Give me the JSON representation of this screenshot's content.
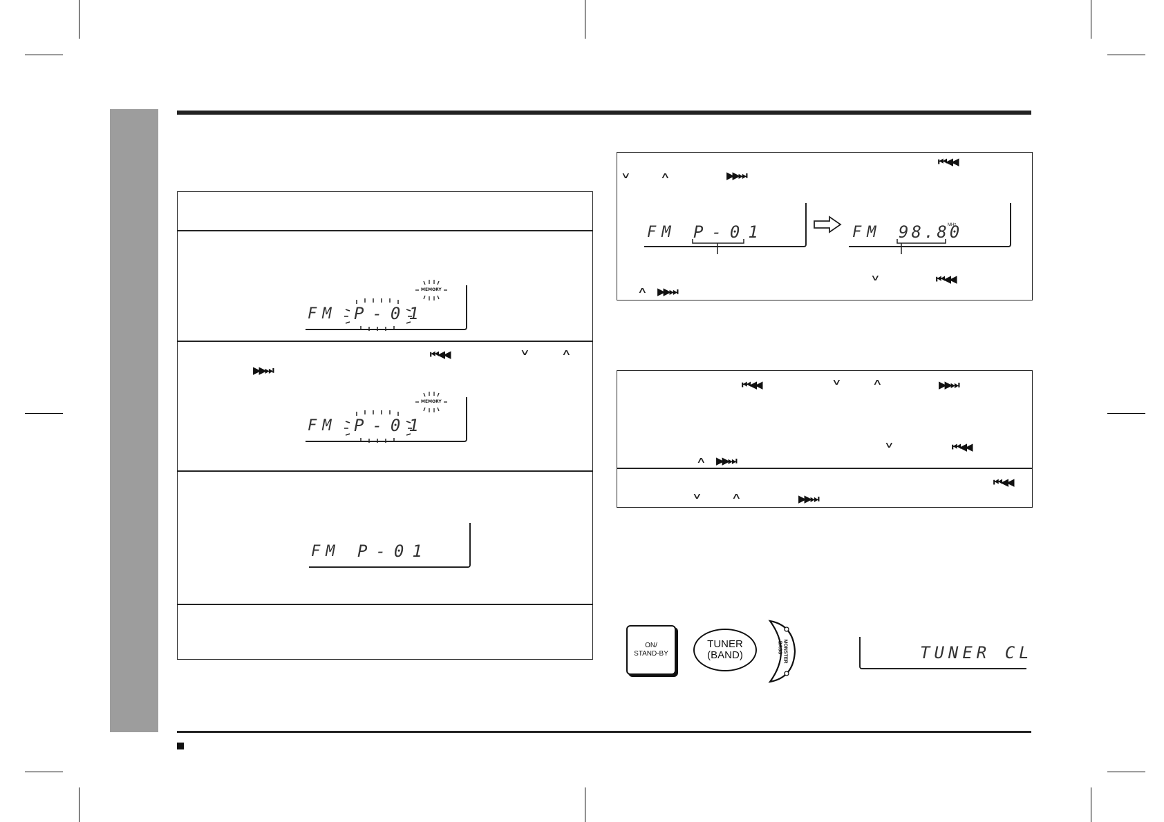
{
  "page": {
    "section_marker": "■"
  },
  "controls": {
    "prev": "⏮◀◀",
    "next": "▶▶⏭",
    "down": "∨",
    "up": "∧"
  },
  "left_table": {
    "step2_display": {
      "band": "FM",
      "preset": "P-01",
      "indicator": "MEMORY"
    },
    "step3_display": {
      "band": "FM",
      "preset": "P-01",
      "indicator": "MEMORY"
    },
    "step4_display": {
      "band": "FM",
      "preset": "P-01"
    }
  },
  "recall_box": {
    "display_before": {
      "band": "FM",
      "preset": "P-01"
    },
    "display_after": {
      "band": "FM",
      "frequency": "98.80",
      "unit": "MHz"
    }
  },
  "bottom_section": {
    "buttons": {
      "on_standby": "ON/\nSTAND-BY",
      "tuner_line1": "TUNER",
      "tuner_line2": "(BAND)",
      "monster_bass": "MONSTER\n-BASS"
    },
    "display": "TUNER CL"
  },
  "icons": [
    "arrow-right-icon",
    "memory-indicator-icon",
    "skip-back-icon",
    "rewind-icon",
    "fast-forward-icon",
    "skip-forward-icon",
    "chevron-down-icon",
    "chevron-up-icon"
  ]
}
